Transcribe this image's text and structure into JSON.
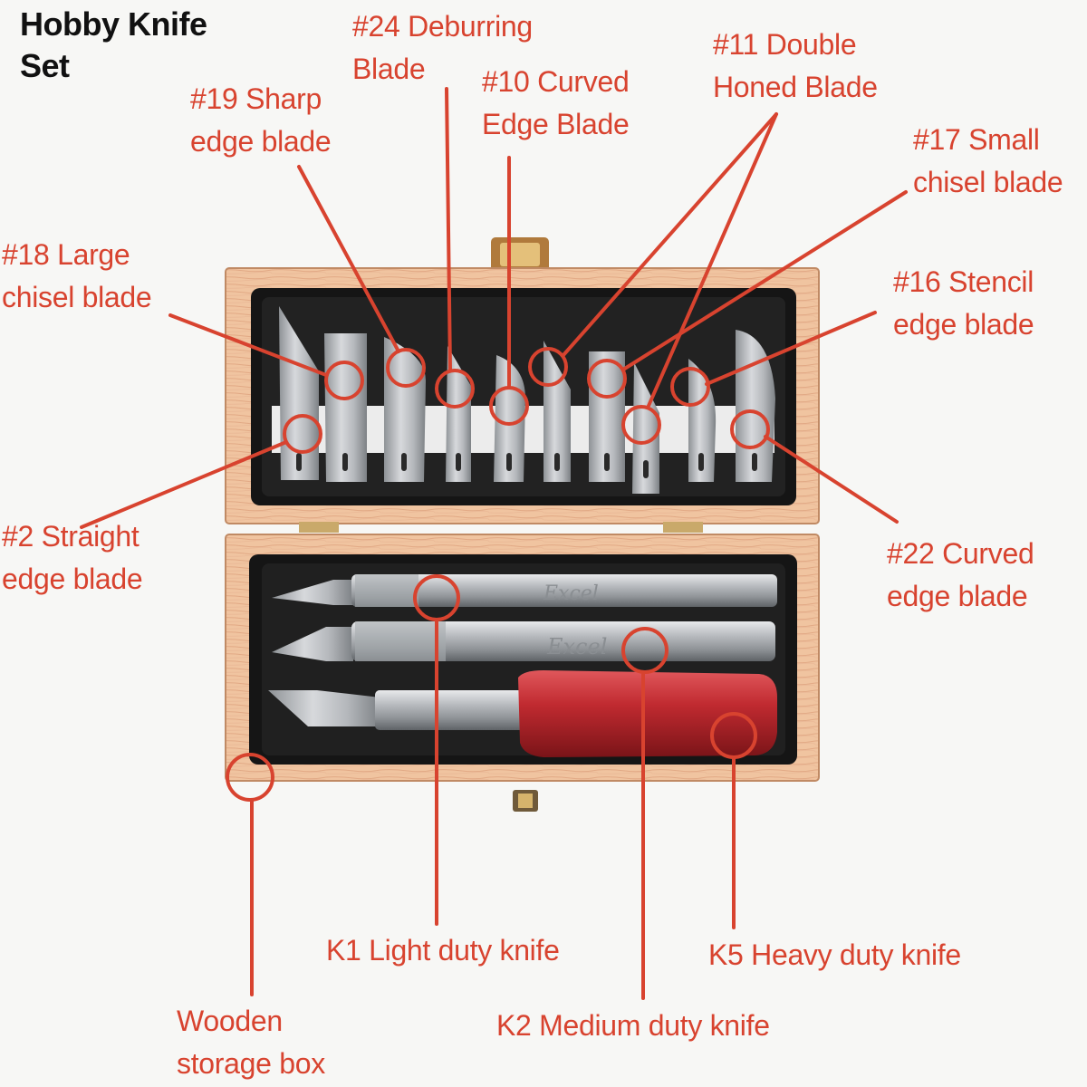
{
  "title": {
    "line1": "Hobby Knife",
    "line2": "Set"
  },
  "colors": {
    "accent": "#d8432f",
    "wood": "#f0c4a0",
    "wood_dark": "#c08a64",
    "tray": "#1a1a1a",
    "blade": "#b8babd",
    "handle_red": "#b8242a"
  },
  "callouts": {
    "blade_24": {
      "line1": "#24 Deburring",
      "line2": "Blade"
    },
    "blade_10": {
      "line1": "#10 Curved",
      "line2": "Edge Blade"
    },
    "blade_11": {
      "line1": "#11 Double",
      "line2": "Honed Blade"
    },
    "blade_19": {
      "line1": "#19 Sharp",
      "line2": "edge blade"
    },
    "blade_17": {
      "line1": "#17 Small",
      "line2": "chisel blade"
    },
    "blade_18": {
      "line1": "#18 Large",
      "line2": "chisel blade"
    },
    "blade_16": {
      "line1": "#16 Stencil",
      "line2": "edge blade"
    },
    "blade_2": {
      "line1": "#2 Straight",
      "line2": "edge blade"
    },
    "blade_22": {
      "line1": "#22 Curved",
      "line2": "edge blade"
    },
    "knife_k1": {
      "line1": "K1 Light duty knife"
    },
    "knife_k5": {
      "line1": "K5 Heavy duty knife"
    },
    "knife_k2": {
      "line1": "K2 Medium duty knife"
    },
    "box": {
      "line1": "Wooden",
      "line2": "storage box"
    }
  },
  "handle_brand": "Excel"
}
